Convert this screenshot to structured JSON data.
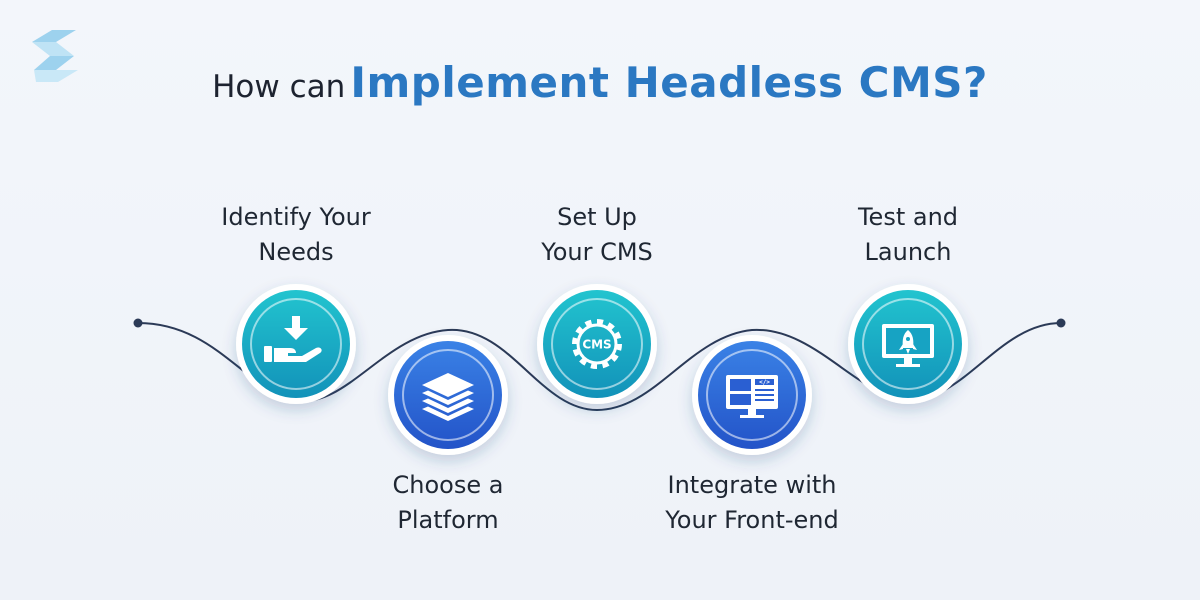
{
  "title": {
    "prefix": "How can",
    "main": "Implement Headless CMS?"
  },
  "colors": {
    "accent": "#2b78c2",
    "teal": "#19b0c0",
    "blue": "#2f63d8",
    "line": "#2b3a57"
  },
  "steps": [
    {
      "label_line1": "Identify Your",
      "label_line2": "Needs",
      "icon": "download-hand-icon",
      "color": "teal"
    },
    {
      "label_line1": "Choose a",
      "label_line2": "Platform",
      "icon": "layers-icon",
      "color": "blue"
    },
    {
      "label_line1": "Set Up",
      "label_line2": "Your CMS",
      "icon": "cms-gear-icon",
      "color": "teal",
      "icon_text": "CMS"
    },
    {
      "label_line1": "Integrate with",
      "label_line2": "Your Front-end",
      "icon": "code-monitor-icon",
      "color": "blue",
      "icon_text": "</>"
    },
    {
      "label_line1": "Test and",
      "label_line2": "Launch",
      "icon": "rocket-monitor-icon",
      "color": "teal"
    }
  ]
}
